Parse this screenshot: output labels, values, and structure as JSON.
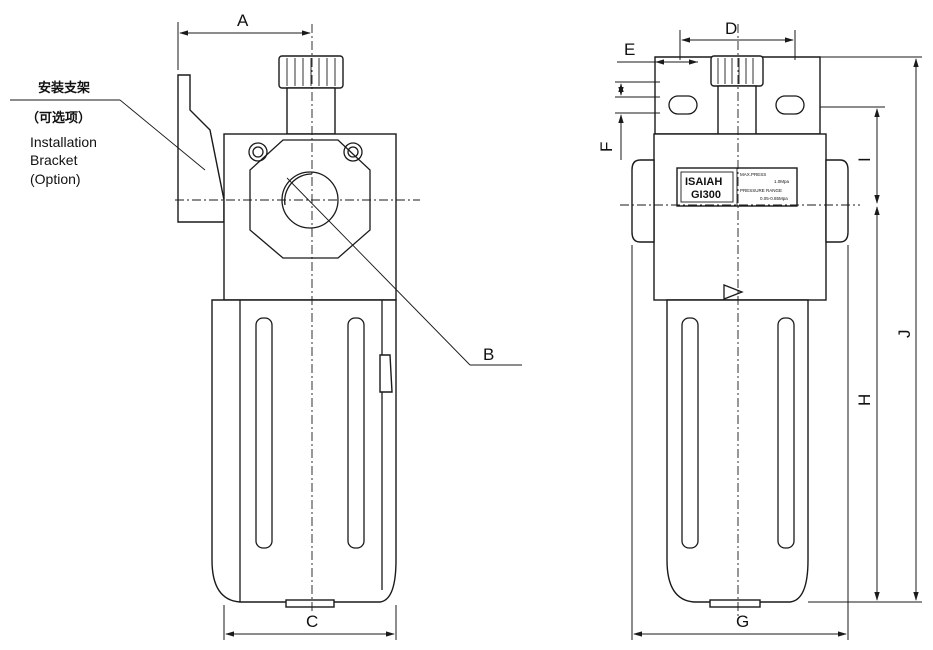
{
  "labels": {
    "A": "A",
    "B": "B",
    "C": "C",
    "D": "D",
    "E": "E",
    "F": "F",
    "G": "G",
    "H": "H",
    "I": "I",
    "J": "J"
  },
  "bracket": {
    "cn_line1": "安装支架",
    "cn_line2": "（可选项）",
    "en_line1": "Installation",
    "en_line2": "Bracket",
    "en_line3": "(Option)"
  },
  "nameplate": {
    "brand": "ISAIAH",
    "model": "GI300",
    "max_press_label": "MAX.PRESS",
    "max_press_value": "1.0Mpa",
    "range_label": "PRESSURE RANGE",
    "range_value": "0.05-0.85Mpa"
  }
}
